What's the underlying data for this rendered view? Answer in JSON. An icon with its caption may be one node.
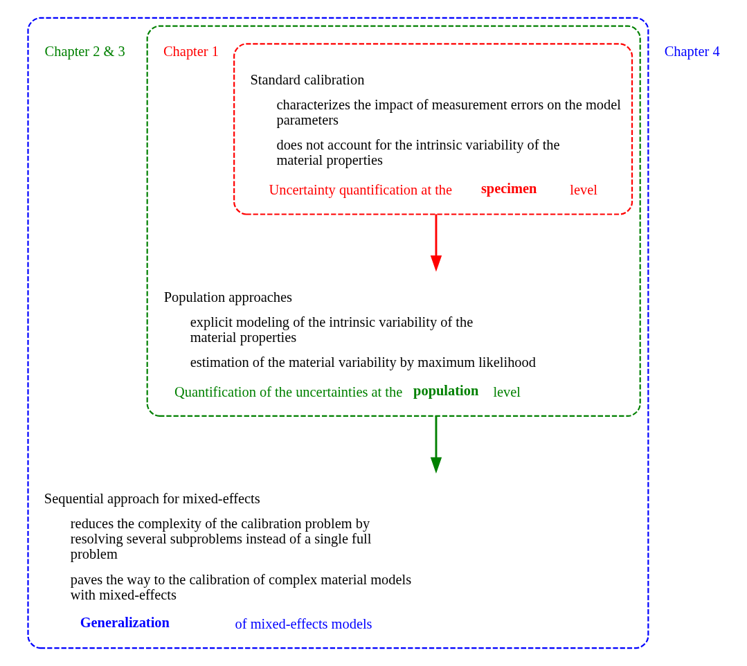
{
  "diagram": {
    "nodes": [
      {
        "text": [
          "Sequential approach for mixed-effects",
          "reduces the complexity of the calibration problem by resolving several subproblems instead of a single full problem",
          "paves the way to the calibration of complex material models with mixed-effects",
          "**Generalization** of mixed-effects models"
        ],
        "beside": [
          "Chapter 4"
        ]
      },
      {
        "text": [
          "Population approaches",
          "explicit modeling of the intrinsic variability of the material properties",
          "estimation of the material variability by maximum likelihood",
          "Quantification of the uncertainties at the **population** level"
        ],
        "beside": [
          "Chapter 2 & 3"
        ],
        "in": 0
      },
      {
        "text": [
          "Standard calibration",
          "characterizes the impact of measurement errors on the model parameters",
          "does not account for the intrinsic variability of the material properties",
          "Uncertainty quantification at the **specimen** level"
        ],
        "beside": [
          "Chapter 1"
        ],
        "in": 1
      }
    ],
    "edges": [
      {
        "from": 2,
        "to": 1,
        "arrow": "to",
        "color": "#ff0000"
      },
      {
        "from": 1,
        "to": 0,
        "arrow": "to",
        "color": "#008000"
      }
    ]
  }
}
